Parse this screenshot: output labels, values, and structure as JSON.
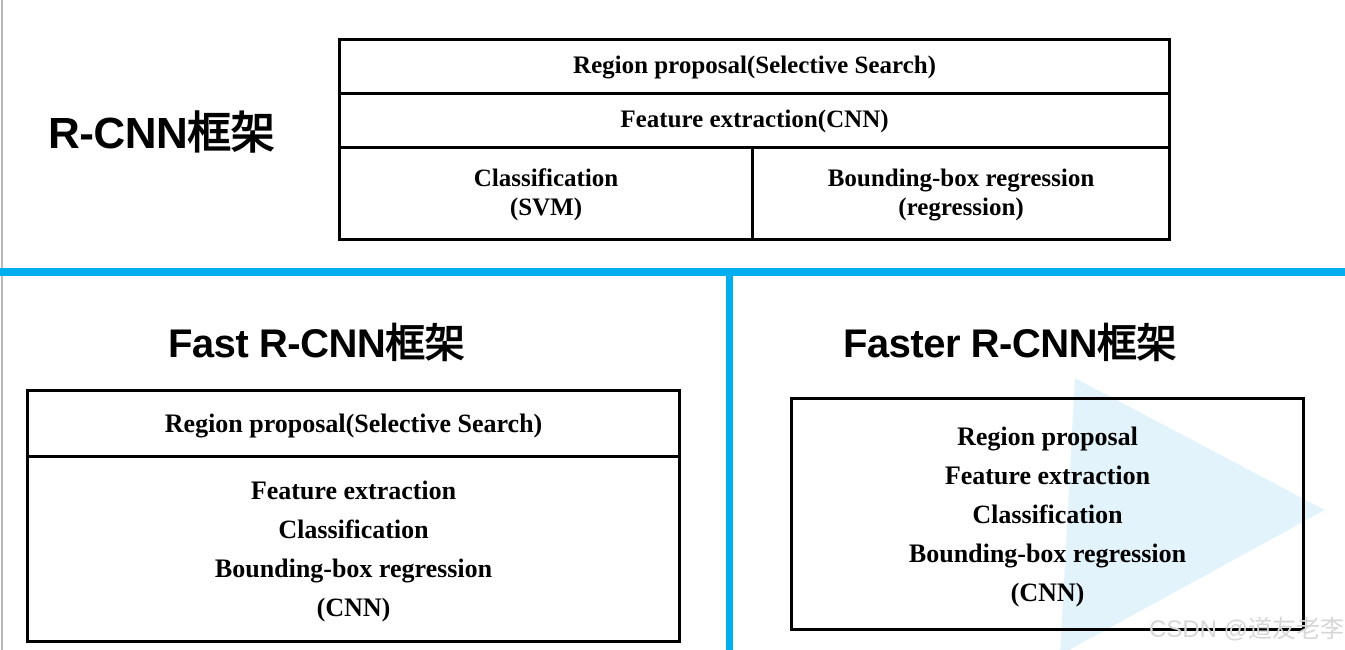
{
  "page": {
    "background": "#ffffff",
    "divider_color": "#00ADEE",
    "box_border_color": "#000000",
    "triangle_watermark_color": "#E2F3FC",
    "watermark_text": "CSDN @道友老李",
    "watermark_color": "#d6d6d6"
  },
  "sections": {
    "rcnn": {
      "title": "R-CNN框架",
      "table": {
        "rows": [
          {
            "cells": [
              {
                "text": "Region proposal(Selective Search)",
                "span": 2
              }
            ]
          },
          {
            "cells": [
              {
                "text": "Feature extraction(CNN)",
                "span": 2
              }
            ]
          },
          {
            "cells": [
              {
                "text": "Classification\n(SVM)",
                "line1": "Classification",
                "line2": "(SVM)",
                "span": 1
              },
              {
                "text": "Bounding-box regression\n(regression)",
                "line1": "Bounding-box regression",
                "line2": "(regression)",
                "span": 1
              }
            ]
          }
        ]
      }
    },
    "fast_rcnn": {
      "title": "Fast R-CNN框架",
      "box": {
        "row1": "Region proposal(Selective Search)",
        "row2_lines": [
          "Feature extraction",
          "Classification",
          "Bounding-box regression",
          "(CNN)"
        ]
      }
    },
    "faster_rcnn": {
      "title": "Faster R-CNN框架",
      "box": {
        "lines": [
          "Region proposal",
          "Feature extraction",
          "Classification",
          "Bounding-box regression",
          "(CNN)"
        ]
      }
    }
  }
}
